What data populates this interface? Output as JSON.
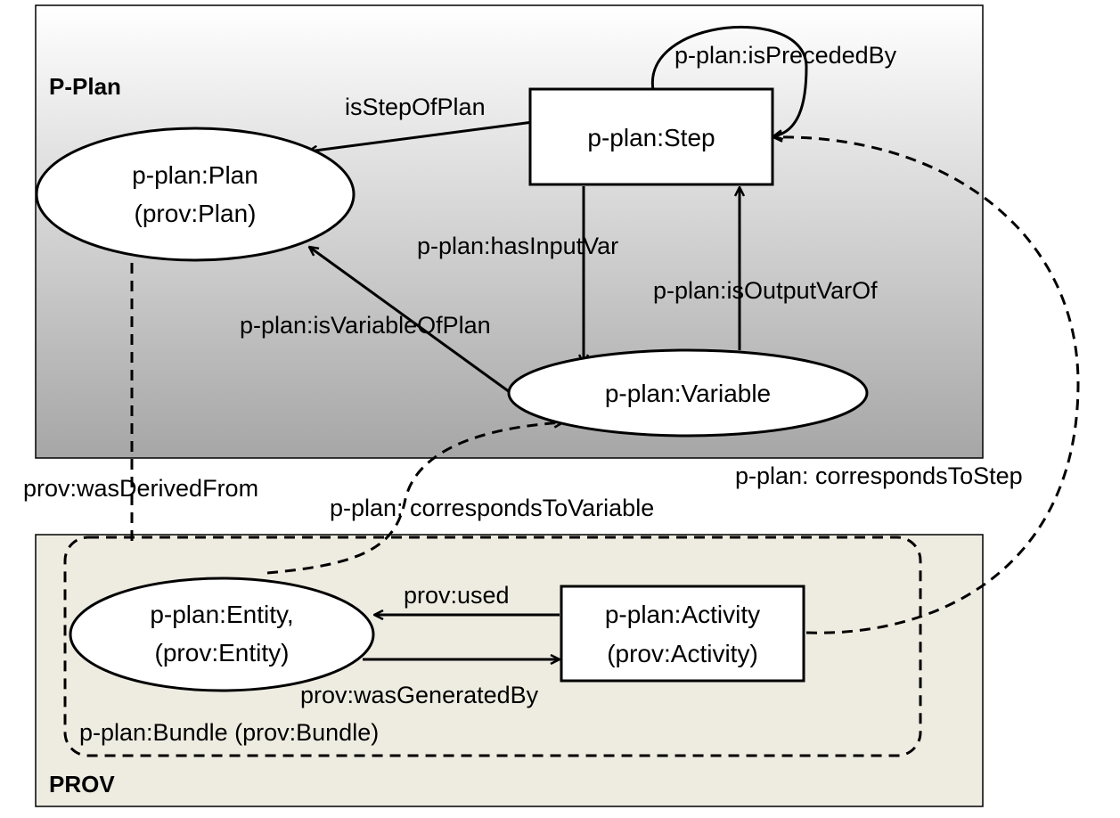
{
  "colors": {
    "pplan_gradient_top": "#ffffff",
    "pplan_gradient_bottom": "#a6a6a6",
    "prov_background": "#eeece1",
    "stroke": "#000000",
    "node_fill": "#ffffff"
  },
  "sections": {
    "pplan": {
      "label": "P-Plan"
    },
    "prov": {
      "label": "PROV"
    }
  },
  "nodes": {
    "plan": {
      "line1": "p-plan:Plan",
      "line2": "(prov:Plan)"
    },
    "step": {
      "line1": "p-plan:Step"
    },
    "variable": {
      "line1": "p-plan:Variable"
    },
    "entity": {
      "line1": "p-plan:Entity,",
      "line2": "(prov:Entity)"
    },
    "activity": {
      "line1": "p-plan:Activity",
      "line2": "(prov:Activity)"
    }
  },
  "bundle": {
    "label": "p-plan:Bundle (prov:Bundle)"
  },
  "edges": {
    "is_step_of_plan": "isStepOfPlan",
    "is_preceded_by": "p-plan:isPrecededBy",
    "has_input_var": "p-plan:hasInputVar",
    "is_output_var_of": "p-plan:isOutputVarOf",
    "is_variable_of_plan": "p-plan:isVariableOfPlan",
    "was_derived_from": "prov:wasDerivedFrom",
    "corresponds_to_variable": "p-plan: correspondsToVariable",
    "corresponds_to_step": "p-plan: correspondsToStep",
    "used": "prov:used",
    "was_generated_by": "prov:wasGeneratedBy"
  }
}
